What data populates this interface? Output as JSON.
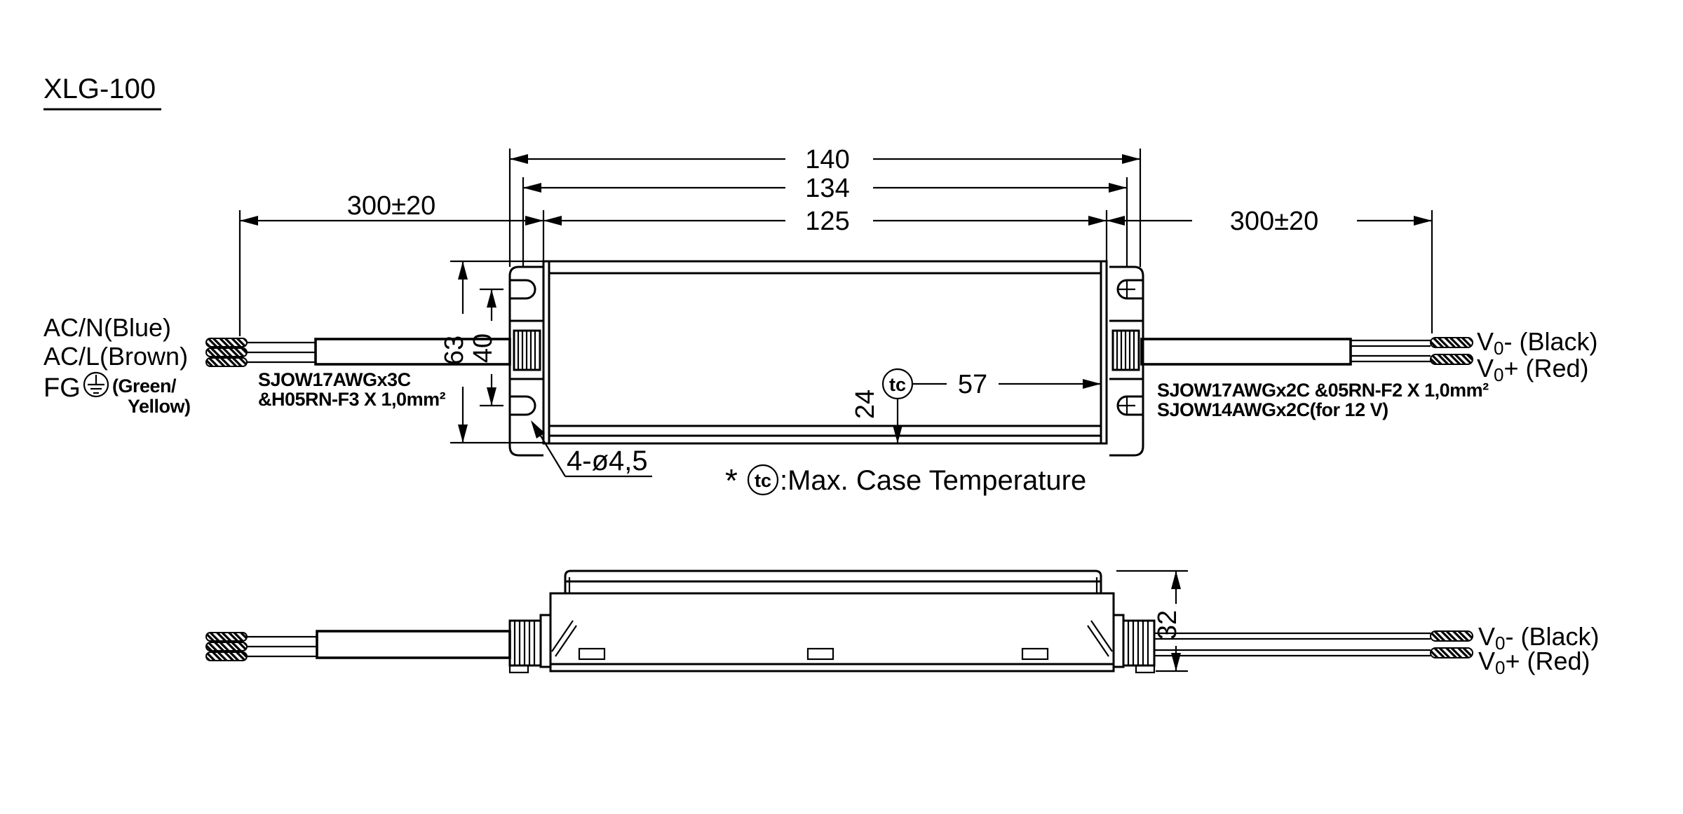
{
  "title": "XLG-100",
  "colors": {
    "line": "#000000",
    "background": "#ffffff"
  },
  "top_view": {
    "dims": {
      "overall_length": "140",
      "flange_length": "134",
      "body_length": "125",
      "input_cable_length": "300±20",
      "output_cable_length": "300±20",
      "body_width": "63",
      "slot_spacing": "40",
      "tc_from_right": "57",
      "tc_from_bottom": "24",
      "mounting_holes": "4-ø4,5"
    },
    "tc_symbol": "tc",
    "input_labels": {
      "line1": "AC/N(Blue)",
      "line2": "AC/L(Brown)",
      "fg": "FG",
      "green": "(Green/",
      "yellow": "Yellow)"
    },
    "input_cable_spec": {
      "line1": "SJOW17AWGx3C",
      "line2": "&H05RN-F3 X 1,0mm²"
    },
    "output_cable_spec": {
      "line1": "SJOW17AWGx2C &05RN-F2 X 1,0mm²",
      "line2": "SJOW14AWGx2C(for 12 V)"
    },
    "output_labels": {
      "neg": {
        "pre": "V",
        "sub": "0",
        "post": "- (Black)"
      },
      "pos": {
        "pre": "V",
        "sub": "0",
        "post": "+ (Red)"
      }
    }
  },
  "side_view": {
    "dims": {
      "height": "32"
    },
    "output_labels": {
      "neg": {
        "pre": "V",
        "sub": "0",
        "post": "- (Black)"
      },
      "pos": {
        "pre": "V",
        "sub": "0",
        "post": "+ (Red)"
      }
    }
  },
  "note": {
    "asterisk": "*",
    "tc_symbol": "tc",
    "text": ":Max. Case Temperature"
  }
}
